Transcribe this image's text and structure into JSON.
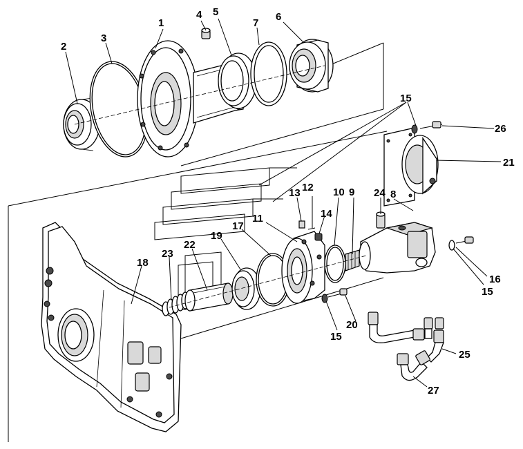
{
  "diagram": {
    "labels": {
      "l1": "1",
      "l2": "2",
      "l3": "3",
      "l4": "4",
      "l5": "5",
      "l6": "6",
      "l7": "7",
      "l8": "8",
      "l9": "9",
      "l10": "10",
      "l11": "11",
      "l12": "12",
      "l13": "13",
      "l14": "14",
      "l15a": "15",
      "l15b": "15",
      "l15c": "15",
      "l16": "16",
      "l17": "17",
      "l18": "18",
      "l19": "19",
      "l20": "20",
      "l21": "21",
      "l22": "22",
      "l23": "23",
      "l24": "24",
      "l25": "25",
      "l26": "26",
      "l27": "27"
    }
  }
}
